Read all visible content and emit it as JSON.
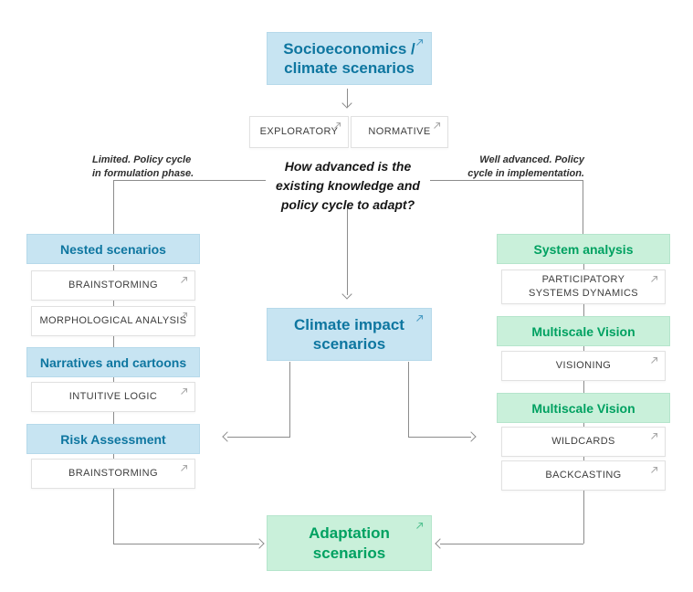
{
  "colors": {
    "blue_bg": "#c7e4f2",
    "blue_text": "#0e76a0",
    "green_bg": "#c9f0da",
    "green_text": "#00a161",
    "white_box_border": "#e1e1e1",
    "method_text": "#3d3d3d",
    "connector_line": "#8c8c8c"
  },
  "nodes": {
    "socioeconomics": {
      "label": "Socioeconomics /\nclimate scenarios"
    },
    "exploratory": {
      "label": "EXPLORATORY"
    },
    "normative": {
      "label": "NORMATIVE"
    },
    "question": {
      "label": "How advanced is the\nexisting knowledge and\npolicy cycle to adapt?"
    },
    "branch_left": {
      "label": "Limited. Policy cycle\nin formulation phase."
    },
    "branch_right": {
      "label": "Well advanced. Policy\ncycle in implementation."
    },
    "climate_impact": {
      "label": "Climate impact\nscenarios"
    },
    "adaptation": {
      "label": "Adaptation\nscenarios"
    }
  },
  "left_column": {
    "items": [
      {
        "type": "header",
        "label": "Nested scenarios"
      },
      {
        "type": "method",
        "label": "BRAINSTORMING"
      },
      {
        "type": "method",
        "label": "MORPHOLOGICAL ANALYSIS"
      },
      {
        "type": "header",
        "label": "Narratives and cartoons"
      },
      {
        "type": "method",
        "label": "INTUITIVE LOGIC"
      },
      {
        "type": "header",
        "label": "Risk Assessment"
      },
      {
        "type": "method",
        "label": "BRAINSTORMING"
      }
    ]
  },
  "right_column": {
    "items": [
      {
        "type": "header",
        "label": "System analysis"
      },
      {
        "type": "method",
        "label": "PARTICIPATORY\nSYSTEMS DYNAMICS"
      },
      {
        "type": "header",
        "label": "Multiscale Vision"
      },
      {
        "type": "method",
        "label": "VISIONING"
      },
      {
        "type": "header",
        "label": "Multiscale Vision"
      },
      {
        "type": "method",
        "label": "WILDCARDS"
      },
      {
        "type": "method",
        "label": "BACKCASTING"
      }
    ]
  },
  "icons": {
    "external_link": "diagonal arrow up-right"
  }
}
